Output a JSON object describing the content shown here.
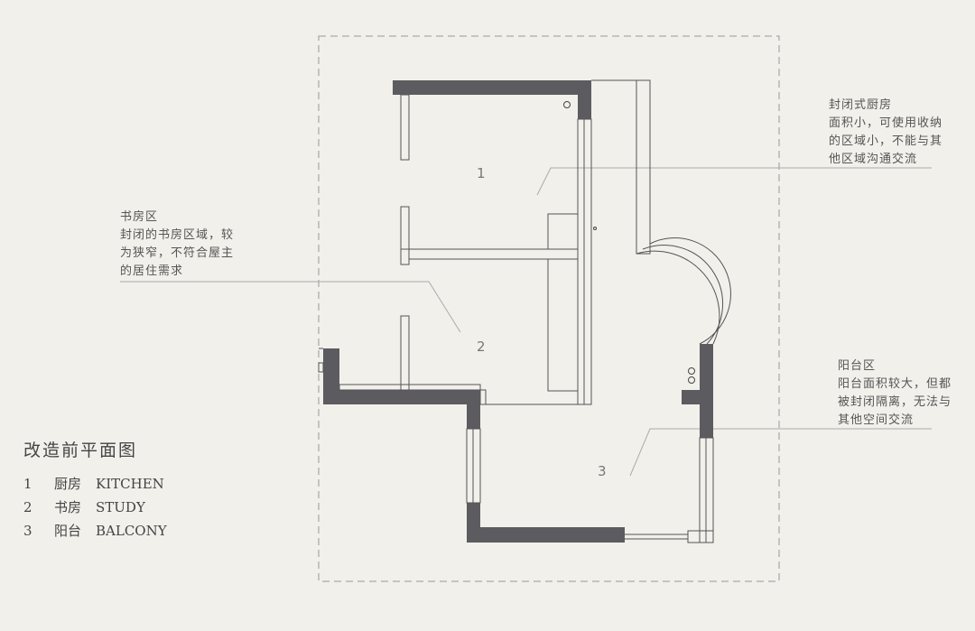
{
  "legend": {
    "title": "改造前平面图",
    "items": [
      {
        "num": "1",
        "cn": "厨房",
        "en": "KITCHEN"
      },
      {
        "num": "2",
        "cn": "书房",
        "en": "STUDY"
      },
      {
        "num": "3",
        "cn": "阳台",
        "en": "BALCONY"
      }
    ]
  },
  "rooms": {
    "r1": "1",
    "r2": "2",
    "r3": "3"
  },
  "notes": {
    "kitchen": {
      "title": "封闭式厨房",
      "lines": [
        "面积小，可使用收纳",
        "的区域小，不能与其",
        "他区域沟通交流"
      ]
    },
    "study": {
      "title": "书房区",
      "lines": [
        "封闭的书房区域，较",
        "为狭窄，不符合屋主",
        "的居住需求"
      ]
    },
    "balcony": {
      "title": "阳台区",
      "lines": [
        "阳台面积较大，但都",
        "被封闭隔离，无法与",
        "其他空间交流"
      ]
    }
  },
  "colors": {
    "background": "#f1f0eb",
    "wall_fill": "#5c5c60",
    "line": "#555555"
  }
}
